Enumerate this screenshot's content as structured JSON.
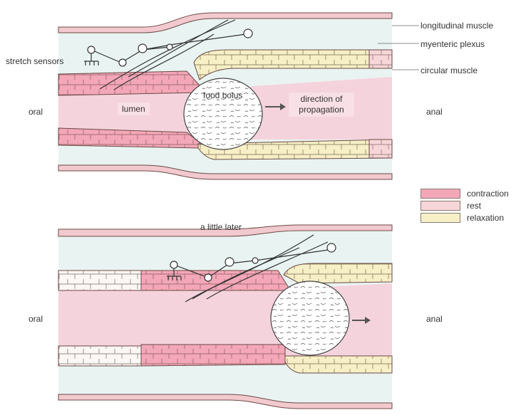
{
  "labels": {
    "longitudinal_muscle": "longitudinal muscle",
    "myenteric_plexus": "myenteric plexus",
    "circular_muscle": "circular muscle",
    "stretch_sensors": "stretch sensors",
    "oral_top": "oral",
    "anal_top": "anal",
    "lumen": "lumen",
    "food_bolus": "food bolus",
    "direction_line1": "direction of",
    "direction_line2": "propagation",
    "a_little_later": "a little later",
    "oral_bottom": "oral",
    "anal_bottom": "anal"
  },
  "legend": [
    {
      "label": "contraction",
      "color": "#f4a7b9"
    },
    {
      "label": "rest",
      "color": "#f6d6d8"
    },
    {
      "label": "relaxation",
      "color": "#f7efc6"
    }
  ],
  "colors": {
    "lumen": "#f5d3dc",
    "plexus_layer": "#e9f4f2",
    "longitudinal": "#f2c9cf",
    "outline": "#6b4a45"
  }
}
